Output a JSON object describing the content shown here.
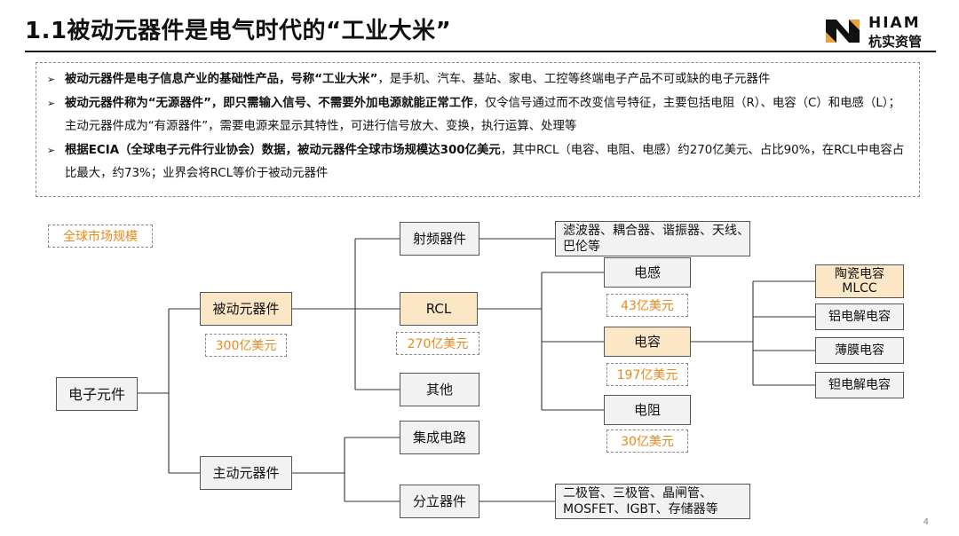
{
  "header": {
    "title": "1.1被动元器件是电气时代的“工业大米”",
    "logo_en": "HIAM",
    "logo_cn": "杭实资管"
  },
  "bullets": [
    {
      "bold": "被动元器件是电子信息产业的基础性产品，号称“工业大米”",
      "rest": "，是手机、汽车、基站、家电、工控等终端电子产品不可或缺的电子元器件"
    },
    {
      "bold": "被动元器件称为“无源器件”，即只需输入信号、不需要外加电源就能正常工作",
      "rest": "，仅令信号通过而不改变信号特征，主要包括电阻（R）、电容（C）和电感（L）；主动元器件成为“有源器件”，需要电源来显示其特性，可进行信号放大、变换，执行运算、处理等"
    },
    {
      "bold": "根据ECIA（全球电子元件行业协会）数据，被动元器件全球市场规模达300亿美元",
      "rest": "，其中RCL（电容、电阻、电感）约270亿美元、占比90%，在RCL中电容占比最大，约73%；业界会将RCL等价于被动元器件"
    }
  ],
  "diagram": {
    "legend": "全球市场规模",
    "root": "电子元件",
    "passive": "被动元器件",
    "passive_value": "300亿美元",
    "active": "主动元器件",
    "rf": "射频器件",
    "rf_items": "滤波器、耦合器、谐振器、天线、巴伦等",
    "rcl": "RCL",
    "rcl_value": "270亿美元",
    "other": "其他",
    "ic": "集成电路",
    "discrete": "分立器件",
    "discrete_items": "二极管、三极管、晶闸管、MOSFET、IGBT、存储器等",
    "inductor": "电感",
    "inductor_value": "43亿美元",
    "capacitor": "电容",
    "capacitor_value": "197亿美元",
    "resistor": "电阻",
    "resistor_value": "30亿美元",
    "mlcc": "陶瓷电容MLCC",
    "al_cap": "铝电解电容",
    "film_cap": "薄膜电容",
    "ta_cap": "钽电解电容"
  },
  "page_number": "4",
  "colors": {
    "highlight_fill": "#fbe6c6",
    "value_text": "#e8891c",
    "box_fill": "#f2f2f2"
  }
}
